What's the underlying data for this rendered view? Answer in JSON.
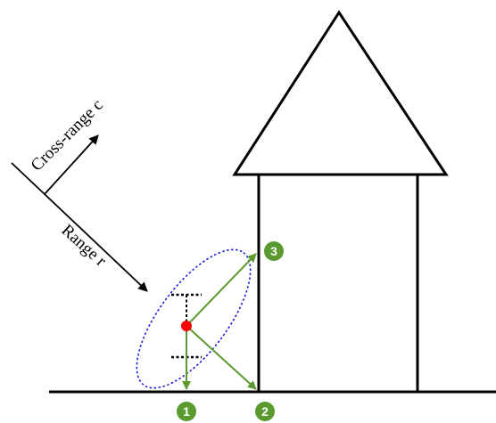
{
  "axes": {
    "cross_range_label": "Cross-range c",
    "range_label": "Range r"
  },
  "markers": {
    "m1": "1",
    "m2": "2",
    "m3": "3"
  },
  "colors": {
    "structure": "#000000",
    "path_arrow": "#5b9a2f",
    "badge_fill": "#5b9a2f",
    "target_point": "#ff0000",
    "uncertainty_ellipse": "#1c1cd8",
    "background": "#ffffff"
  }
}
